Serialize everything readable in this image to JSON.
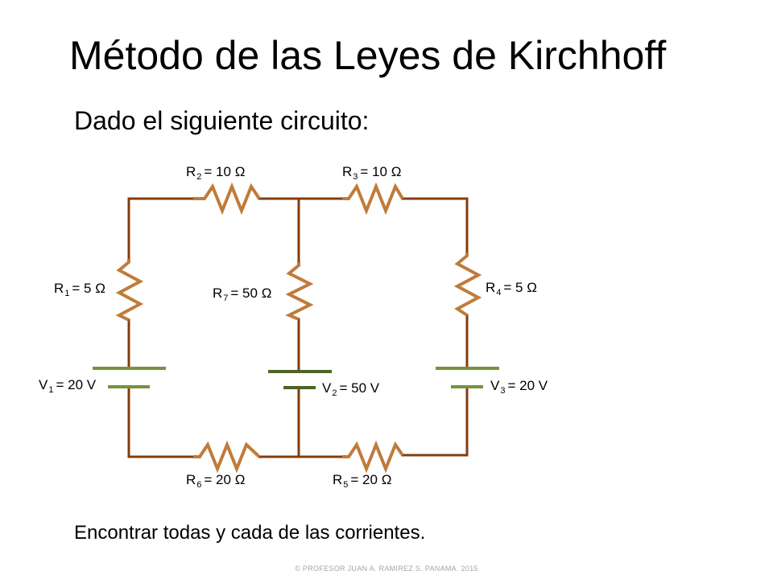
{
  "slide": {
    "title": "Método de las Leyes de Kirchhoff",
    "subtitle": "Dado el siguiente circuito:",
    "task": "Encontrar todas y cada de las corrientes.",
    "footer": "© PROFESOR JUAN A. RAMIREZ S.  PANAMA.  2015"
  },
  "colors": {
    "wire": "#843c0c",
    "resistor": "#c07b3b",
    "battery_long": "#77933c",
    "battery_short": "#4f6228"
  },
  "components": {
    "r1": {
      "letter": "R",
      "index": "1",
      "value": "= 5 Ω"
    },
    "r2": {
      "letter": "R",
      "index": "2",
      "value": "= 10 Ω"
    },
    "r3": {
      "letter": "R",
      "index": "3",
      "value": "= 10 Ω"
    },
    "r4": {
      "letter": "R",
      "index": "4",
      "value": "= 5 Ω"
    },
    "r5": {
      "letter": "R",
      "index": "5",
      "value": "= 20 Ω"
    },
    "r6": {
      "letter": "R",
      "index": "6",
      "value": "= 20 Ω"
    },
    "r7": {
      "letter": "R",
      "index": "7",
      "value": "= 50 Ω"
    },
    "v1": {
      "letter": "V",
      "index": "1",
      "value": "= 20 V"
    },
    "v2": {
      "letter": "V",
      "index": "2",
      "value": "= 50 V"
    },
    "v3": {
      "letter": "V",
      "index": "3",
      "value": "= 20 V"
    }
  }
}
